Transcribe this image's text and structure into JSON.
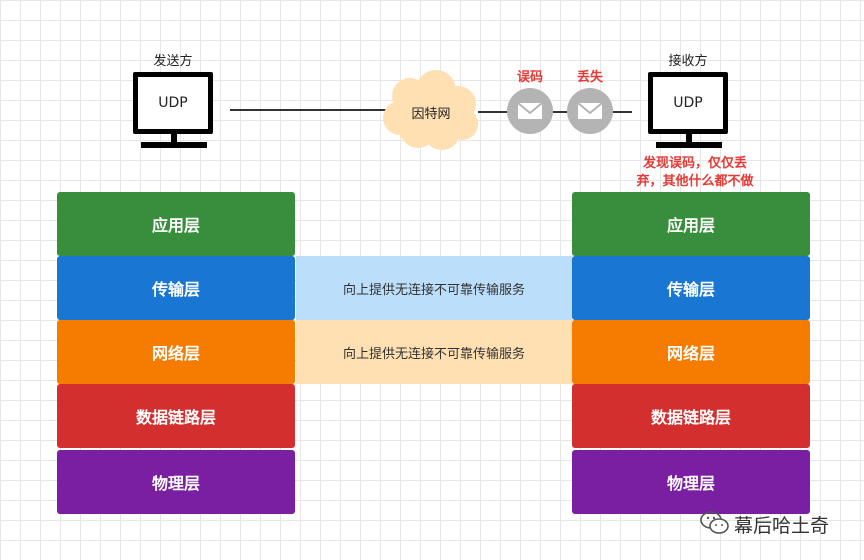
{
  "sender": {
    "title": "发送方",
    "screen": "UDP"
  },
  "receiver": {
    "title": "接收方",
    "screen": "UDP",
    "note_line1": "发现误码，仅仅丢",
    "note_line2": "弃，其他什么都不做"
  },
  "cloud": {
    "label": "因特网"
  },
  "packets": {
    "error_label": "误码",
    "drop_label": "丢失"
  },
  "left_stack": [
    "应用层",
    "传输层",
    "网络层",
    "数据链路层",
    "物理层"
  ],
  "right_stack": [
    "应用层",
    "传输层",
    "网络层",
    "数据链路层",
    "物理层"
  ],
  "bands": {
    "transport": "向上提供无连接不可靠传输服务",
    "network": "向上提供无连接不可靠传输服务"
  },
  "colors": {
    "application": "#388e3c",
    "transport": "#1976d2",
    "network": "#f57c00",
    "datalink": "#d32f2f",
    "physical": "#7b1fa2",
    "band_transport": "#bbdefb",
    "band_network": "#ffe0b2",
    "cloud": "#ffe0b2",
    "envelope": "#b4b4b4",
    "note": "#e53935"
  },
  "watermark": {
    "text": "幕后哈土奇",
    "icon": "wechat-icon"
  }
}
